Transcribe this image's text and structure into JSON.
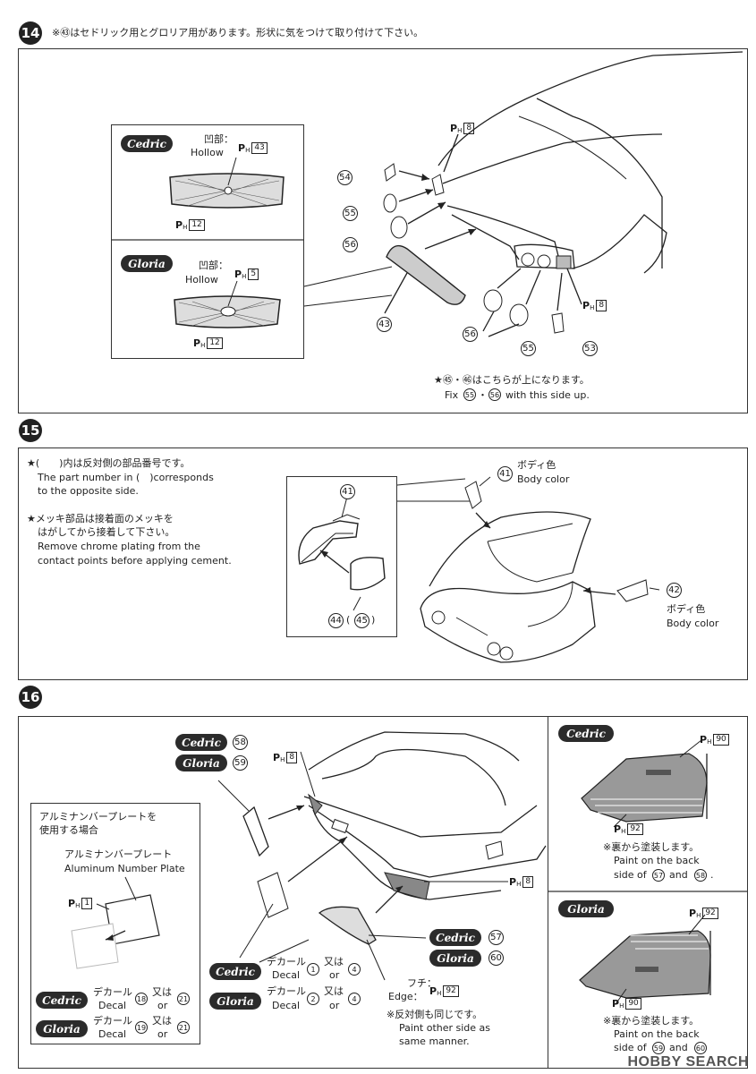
{
  "step14": {
    "badge": "14",
    "note": "※㊸はセドリック用とグロリア用があります。形状に気をつけて取り付けて下さい。",
    "inset": {
      "cedric_label": "Cedric",
      "gloria_label": "Gloria",
      "hollow_jp": "凹部：",
      "hollow_en": "Hollow",
      "cedric_hollow_ph": "43",
      "cedric_grille_ph": "12",
      "gloria_hollow_ph": "5",
      "gloria_grille_ph": "12"
    },
    "parts": [
      "54",
      "55",
      "56",
      "43",
      "56",
      "55",
      "53"
    ],
    "ph_top": "8",
    "ph_right": "8",
    "fix_note_jp": "★㊺・㊻はこちらが上になります。",
    "fix_note_en_prefix": "Fix",
    "fix_note_en_suffix": "with this side up.",
    "fix_parts": [
      "55",
      "56"
    ]
  },
  "step15": {
    "badge": "15",
    "note1_jp": "★(　　)内は反対側の部品番号です。",
    "note1_en_1": "The part number in (　)corresponds",
    "note1_en_2": "to the opposite side.",
    "note2_jp_1": "★メッキ部品は接着面のメッキを",
    "note2_jp_2": "はがしてから接着して下さい。",
    "note2_en_1": "Remove chrome plating from the",
    "note2_en_2": "contact points before applying cement.",
    "part_41": "41",
    "part_42": "42",
    "part_44": "44",
    "part_45": "45",
    "body_color_jp": "ボディ色",
    "body_color_en": "Body color"
  },
  "step16": {
    "badge": "16",
    "cedric_label": "Cedric",
    "gloria_label": "Gloria",
    "part_58": "58",
    "part_59": "59",
    "part_57": "57",
    "part_60": "60",
    "ph_8a": "8",
    "ph_8b": "8",
    "ph_92": "92",
    "alu_box": {
      "title_1": "アルミナンバープレートを",
      "title_2": "使用する場合",
      "plate_jp": "アルミナンバープレート",
      "plate_en": "Aluminum Number Plate",
      "ph_1": "1",
      "decal_jp": "デカール",
      "decal_en": "Decal",
      "or_jp": "又は",
      "or_en": "or",
      "cedric_decal": "18",
      "cedric_or": "21",
      "gloria_decal": "19",
      "gloria_or": "21"
    },
    "decal_jp": "デカール",
    "decal_en": "Decal",
    "or_jp": "又は",
    "or_en": "or",
    "cedric_decal": "1",
    "cedric_or": "4",
    "gloria_decal": "2",
    "gloria_or": "4",
    "edge_jp": "フチ：",
    "edge_en": "Edge：",
    "opposite_jp": "※反対側も同じです。",
    "opposite_en_1": "Paint other side as",
    "opposite_en_2": "same manner.",
    "right_top": {
      "label": "Cedric",
      "ph_a": "90",
      "ph_b": "92",
      "paint_jp": "※裏から塗装します。",
      "paint_en_1": "Paint on the back",
      "paint_en_2_prefix": "side of",
      "paint_en_2_and": "and",
      "part_a": "57",
      "part_b": "58"
    },
    "right_bottom": {
      "label": "Gloria",
      "ph_a": "92",
      "ph_b": "90",
      "paint_jp": "※裏から塗装します。",
      "paint_en_1": "Paint on the back",
      "paint_en_2_prefix": "side of",
      "paint_en_2_and": "and",
      "part_a": "59",
      "part_b": "60"
    }
  },
  "watermark": "HOBBY SEARCH"
}
